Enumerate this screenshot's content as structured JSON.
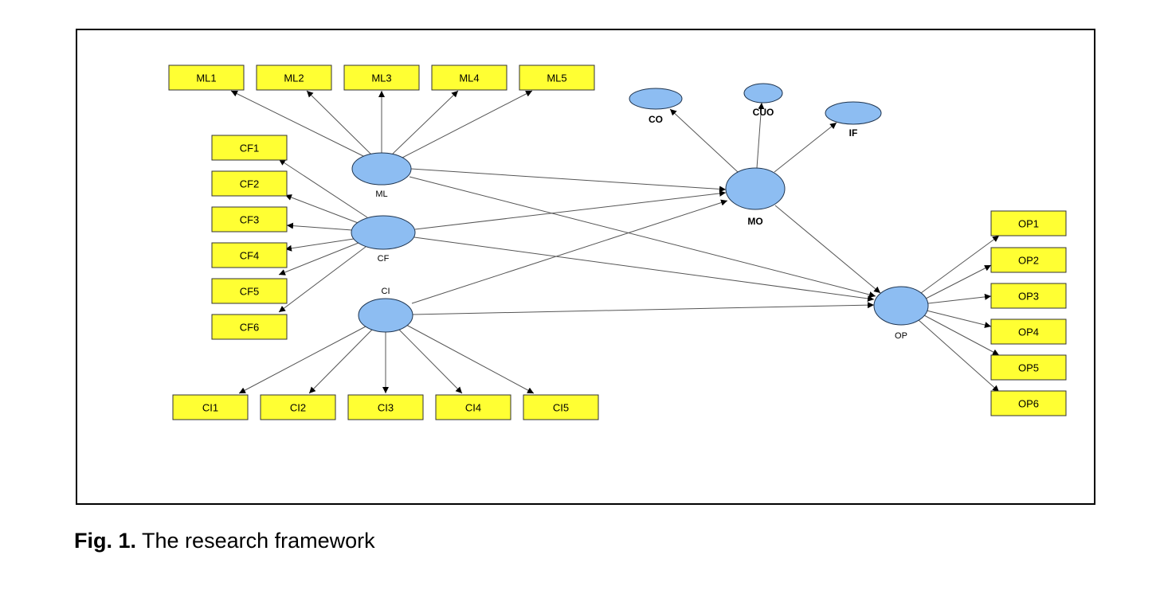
{
  "caption": {
    "label": "Fig. 1.",
    "text": " The research framework"
  },
  "colors": {
    "indicator_fill": "#FFFF33",
    "latent_fill": "#8DBDF2",
    "edge": "#555555"
  },
  "latents": [
    {
      "id": "ML",
      "label": "ML"
    },
    {
      "id": "CF",
      "label": "CF"
    },
    {
      "id": "CI",
      "label": "CI"
    },
    {
      "id": "MO",
      "label": "MO"
    },
    {
      "id": "OP",
      "label": "OP"
    },
    {
      "id": "CO",
      "label": "CO"
    },
    {
      "id": "CUO",
      "label": "CUO"
    },
    {
      "id": "IF",
      "label": "IF"
    }
  ],
  "indicators": [
    {
      "id": "ML1",
      "label": "ML1",
      "parent": "ML"
    },
    {
      "id": "ML2",
      "label": "ML2",
      "parent": "ML"
    },
    {
      "id": "ML3",
      "label": "ML3",
      "parent": "ML"
    },
    {
      "id": "ML4",
      "label": "ML4",
      "parent": "ML"
    },
    {
      "id": "ML5",
      "label": "ML5",
      "parent": "ML"
    },
    {
      "id": "CF1",
      "label": "CF1",
      "parent": "CF"
    },
    {
      "id": "CF2",
      "label": "CF2",
      "parent": "CF"
    },
    {
      "id": "CF3",
      "label": "CF3",
      "parent": "CF"
    },
    {
      "id": "CF4",
      "label": "CF4",
      "parent": "CF"
    },
    {
      "id": "CF5",
      "label": "CF5",
      "parent": "CF"
    },
    {
      "id": "CF6",
      "label": "CF6",
      "parent": "CF"
    },
    {
      "id": "CI1",
      "label": "CI1",
      "parent": "CI"
    },
    {
      "id": "CI2",
      "label": "CI2",
      "parent": "CI"
    },
    {
      "id": "CI3",
      "label": "CI3",
      "parent": "CI"
    },
    {
      "id": "CI4",
      "label": "CI4",
      "parent": "CI"
    },
    {
      "id": "CI5",
      "label": "CI5",
      "parent": "CI"
    },
    {
      "id": "OP1",
      "label": "OP1",
      "parent": "OP"
    },
    {
      "id": "OP2",
      "label": "OP2",
      "parent": "OP"
    },
    {
      "id": "OP3",
      "label": "OP3",
      "parent": "OP"
    },
    {
      "id": "OP4",
      "label": "OP4",
      "parent": "OP"
    },
    {
      "id": "OP5",
      "label": "OP5",
      "parent": "OP"
    },
    {
      "id": "OP6",
      "label": "OP6",
      "parent": "OP"
    }
  ],
  "paths": [
    {
      "from": "ML",
      "to": "MO"
    },
    {
      "from": "CF",
      "to": "MO"
    },
    {
      "from": "CI",
      "to": "MO"
    },
    {
      "from": "ML",
      "to": "OP"
    },
    {
      "from": "CF",
      "to": "OP"
    },
    {
      "from": "CI",
      "to": "OP"
    },
    {
      "from": "MO",
      "to": "OP"
    },
    {
      "from": "MO",
      "to": "CO"
    },
    {
      "from": "MO",
      "to": "CUO"
    },
    {
      "from": "MO",
      "to": "IF"
    }
  ]
}
